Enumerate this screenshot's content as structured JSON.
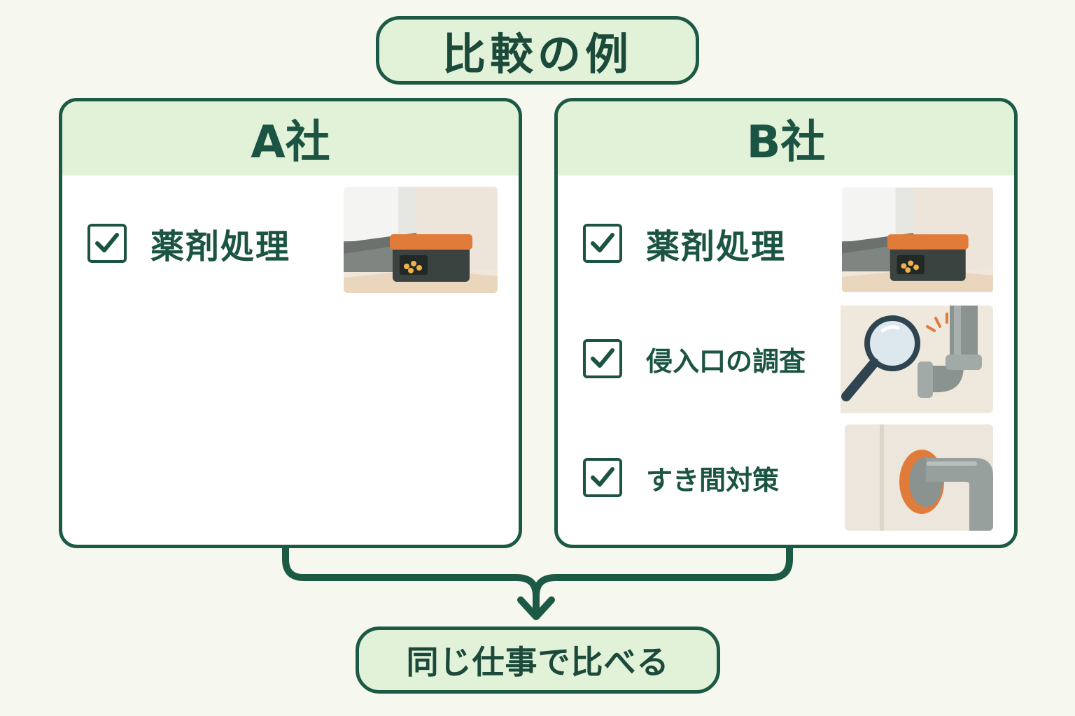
{
  "title": "比較の例",
  "companies": [
    {
      "name": "A社",
      "items": [
        {
          "label": "薬剤処理",
          "checked": true,
          "illustration": "bait-station-illustration"
        }
      ]
    },
    {
      "name": "B社",
      "items": [
        {
          "label": "薬剤処理",
          "checked": true,
          "illustration": "bait-station-illustration"
        },
        {
          "label": "侵入口の調査",
          "checked": true,
          "illustration": "magnifier-pipe-illustration"
        },
        {
          "label": "すき間対策",
          "checked": true,
          "illustration": "sealed-pipe-illustration"
        }
      ]
    }
  ],
  "conclusion": "同じ仕事で比べる",
  "colors": {
    "background": "#f6f7ef",
    "accent_dark_green": "#1c5a45",
    "header_light_green": "#e2f2d8",
    "orange": "#e07b3a"
  },
  "icons": [
    "check-icon",
    "down-arrow-icon"
  ]
}
